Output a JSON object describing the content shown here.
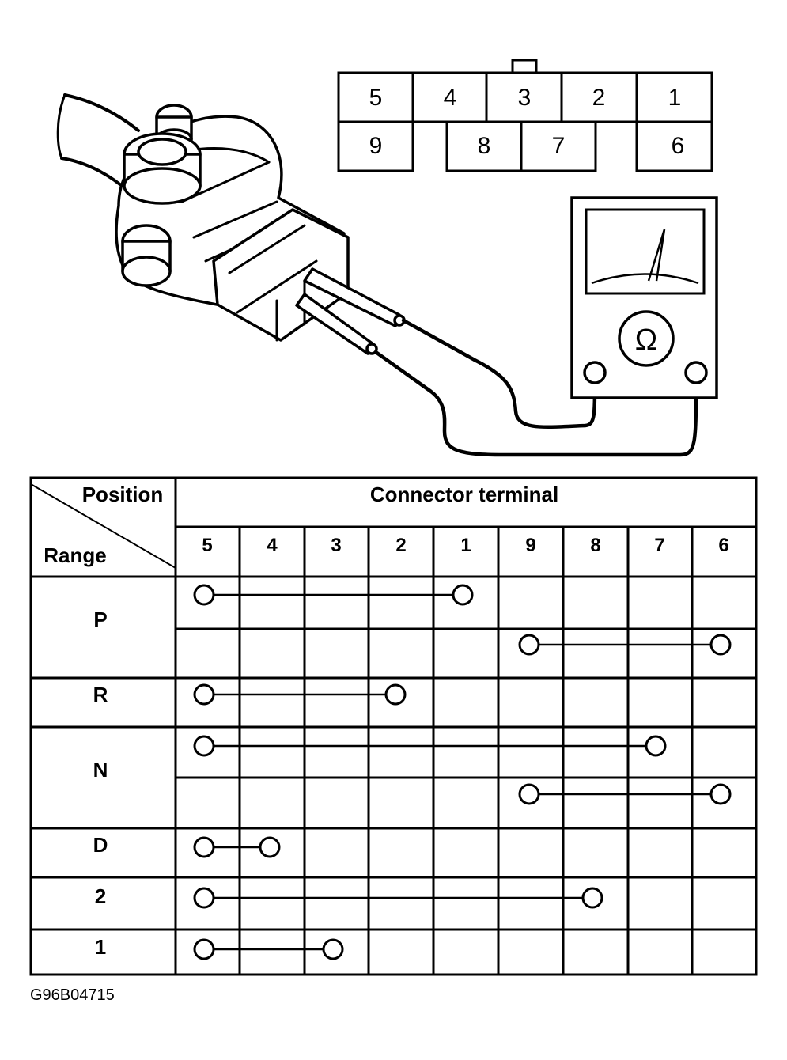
{
  "connector_pins": {
    "top_row": [
      "5",
      "4",
      "3",
      "2",
      "1"
    ],
    "bottom_row": [
      "9",
      "8",
      "7",
      "6"
    ]
  },
  "meter": {
    "symbol": "Ω",
    "icon": "ohmmeter-icon"
  },
  "table": {
    "header_position": "Position",
    "header_range": "Range",
    "header_terminal": "Connector terminal",
    "columns": [
      "5",
      "4",
      "3",
      "2",
      "1",
      "9",
      "8",
      "7",
      "6"
    ],
    "rows": [
      {
        "range": "P",
        "connections": [
          [
            "5",
            "1"
          ],
          [
            "9",
            "6"
          ]
        ]
      },
      {
        "range": "R",
        "connections": [
          [
            "5",
            "2"
          ]
        ]
      },
      {
        "range": "N",
        "connections": [
          [
            "5",
            "7"
          ],
          [
            "9",
            "6"
          ]
        ]
      },
      {
        "range": "D",
        "connections": [
          [
            "5",
            "4"
          ]
        ]
      },
      {
        "range": "2",
        "connections": [
          [
            "5",
            "8"
          ]
        ]
      },
      {
        "range": "1",
        "connections": [
          [
            "5",
            "3"
          ]
        ]
      }
    ]
  },
  "figure_code": "G96B04715",
  "colors": {
    "ink": "#000000",
    "paper": "#ffffff"
  }
}
